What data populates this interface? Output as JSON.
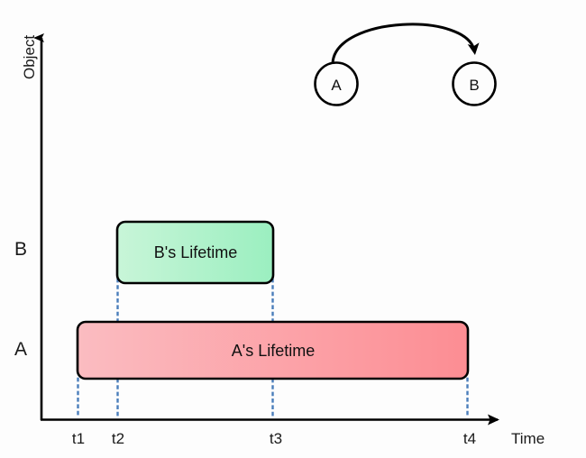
{
  "diagram": {
    "title_y_axis": "Object",
    "title_x_axis": "Time",
    "background_color": "#fdfdfd",
    "axis_color": "#000000",
    "guide_line_color": "#4a7ebb"
  },
  "y_axis": {
    "label": "Object",
    "categories": [
      {
        "id": "b",
        "label": "B"
      },
      {
        "id": "a",
        "label": "A"
      }
    ]
  },
  "x_axis": {
    "label": "Time",
    "ticks": [
      {
        "id": "t1",
        "label": "t1"
      },
      {
        "id": "t2",
        "label": "t2"
      },
      {
        "id": "t3",
        "label": "t3"
      },
      {
        "id": "t4",
        "label": "t4"
      }
    ]
  },
  "lifelines": [
    {
      "id": "b-lifetime",
      "label": "B's Lifetime",
      "object": "B",
      "start_tick": "t2",
      "end_tick": "t3",
      "fill_start": "#c8f5d8",
      "fill_end": "#9befc0",
      "stroke": "#000000"
    },
    {
      "id": "a-lifetime",
      "label": "A's Lifetime",
      "object": "A",
      "start_tick": "t1",
      "end_tick": "t4",
      "fill_start": "#fbbcc1",
      "fill_end": "#fc8d93",
      "stroke": "#000000"
    }
  ],
  "sequence": {
    "nodes": [
      {
        "id": "node-a",
        "label": "A"
      },
      {
        "id": "node-b",
        "label": "B"
      }
    ],
    "message": {
      "id": "message-a-to-b",
      "from": "A",
      "to": "B",
      "label": ""
    }
  },
  "chart_data": {
    "type": "bar",
    "orientation": "horizontal",
    "title": "",
    "xlabel": "Time",
    "ylabel": "Object",
    "categories": [
      "B",
      "A"
    ],
    "tick_labels": [
      "t1",
      "t2",
      "t3",
      "t4"
    ],
    "bars": [
      {
        "category": "B",
        "label": "B's Lifetime",
        "start": "t2",
        "end": "t3",
        "color": "#9befc0"
      },
      {
        "category": "A",
        "label": "A's Lifetime",
        "start": "t1",
        "end": "t4",
        "color": "#fc8d93"
      }
    ],
    "grid": false,
    "legend": "none"
  }
}
